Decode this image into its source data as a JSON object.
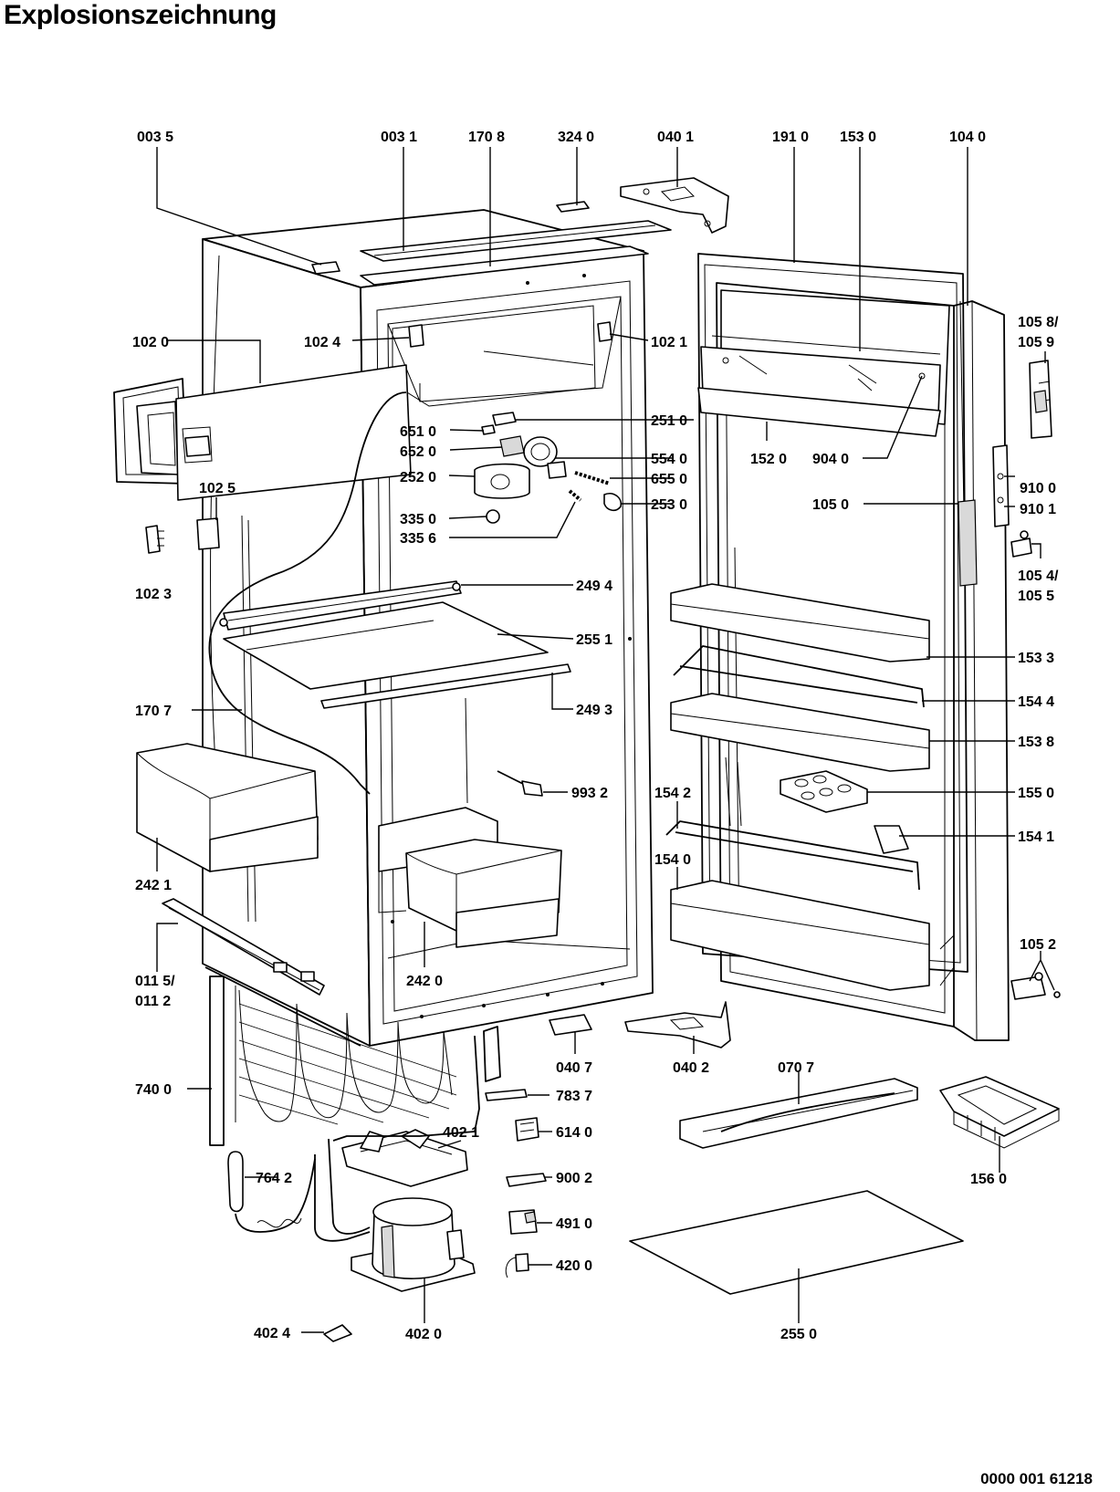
{
  "title": "Explosionszeichnung",
  "doc_number": "0000 001 61218",
  "parts": {
    "p0035": "003 5",
    "p0031": "003 1",
    "p1708": "170 8",
    "p3240": "324 0",
    "p0401": "040 1",
    "p1910": "191 0",
    "p1530": "153 0",
    "p1040": "104 0",
    "p1058": "105 8/",
    "p1059": "105 9",
    "p1020": "102 0",
    "p1024": "102 4",
    "p1021": "102 1",
    "p2510": "251 0",
    "p6510": "651 0",
    "p6520": "652 0",
    "p5540": "554 0",
    "p2520": "252 0",
    "p6550": "655 0",
    "p2530": "253 0",
    "p1520": "152 0",
    "p9040": "904 0",
    "p9100": "910 0",
    "p9101": "910 1",
    "p1025": "102 5",
    "p3350": "335 0",
    "p3356": "335 6",
    "p1050": "105 0",
    "p1023": "102 3",
    "p2494": "249 4",
    "p1054": "105 4/",
    "p1055": "105 5",
    "p2551": "255 1",
    "p1533": "153 3",
    "p1707": "170 7",
    "p2493": "249 3",
    "p1544": "154 4",
    "p1538": "153 8",
    "p9932": "993 2",
    "p1542": "154 2",
    "p1550": "155 0",
    "p1541": "154 1",
    "p2421": "242 1",
    "p1540": "154 0",
    "p1052": "105 2",
    "p0115": "011 5/",
    "p0112": "011 2",
    "p2420": "242 0",
    "p0407": "040 7",
    "p0402": "040 2",
    "p0707": "070 7",
    "p7400": "740 0",
    "p7837": "783 7",
    "p4021": "402 1",
    "p6140": "614 0",
    "p1560": "156 0",
    "p7642": "764 2",
    "p9002": "900 2",
    "p4910": "491 0",
    "p4200": "420 0",
    "p4024": "402 4",
    "p4020": "402 0",
    "p2550": "255 0"
  }
}
